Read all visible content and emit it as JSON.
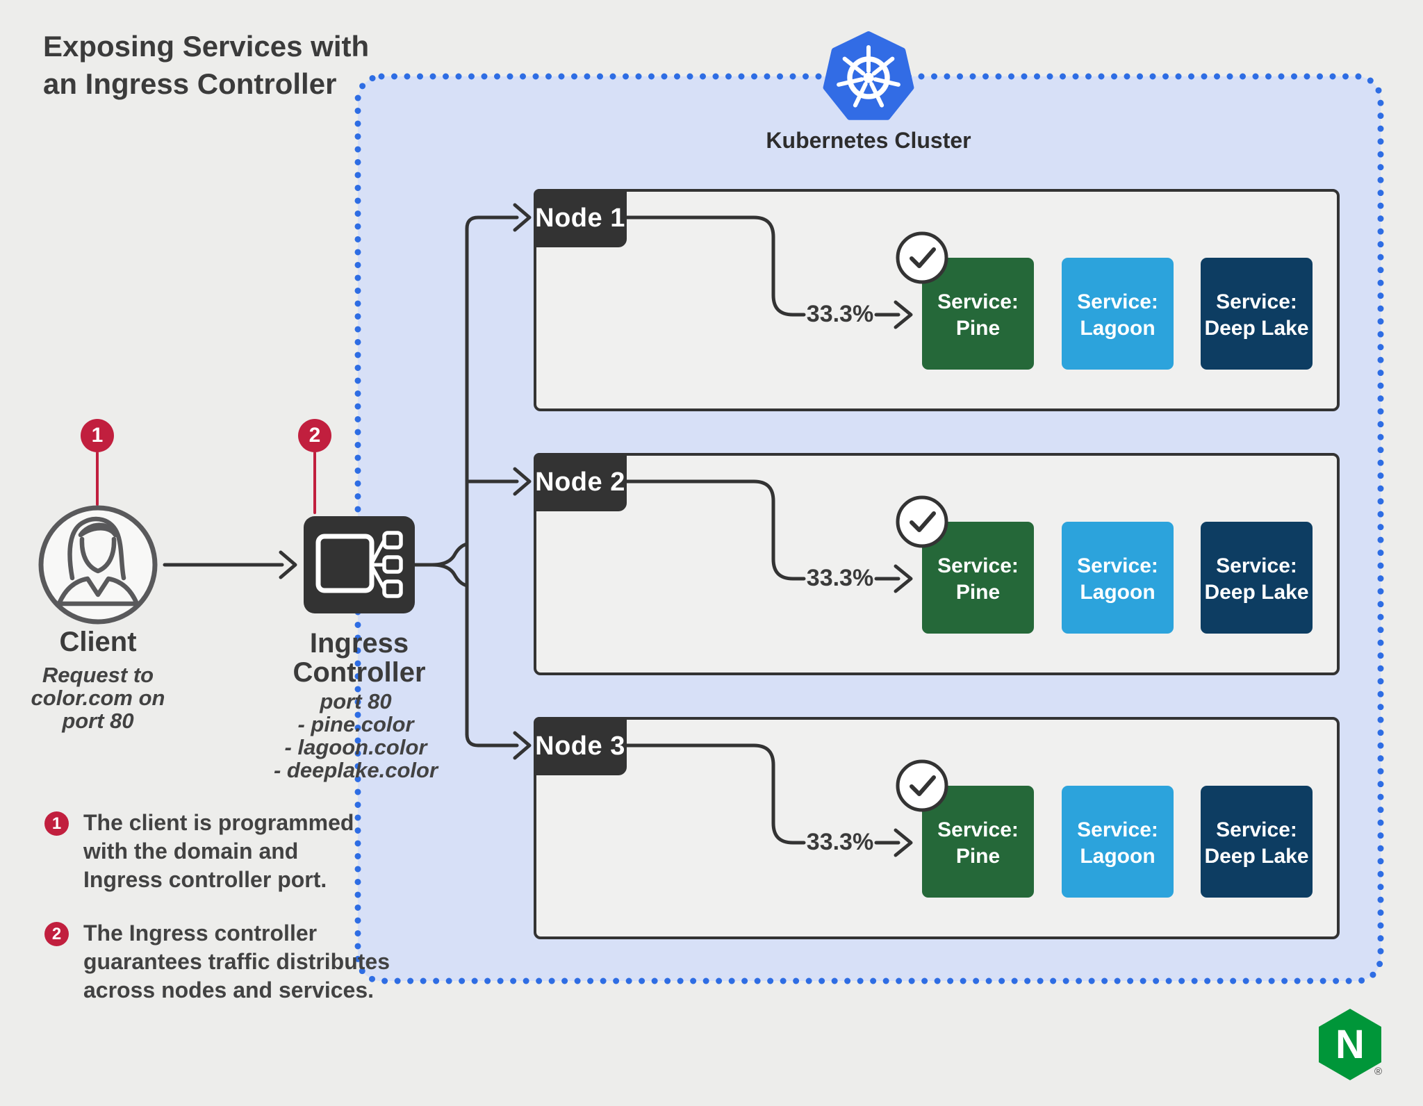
{
  "title": {
    "line1": "Exposing Services with",
    "line2": "an Ingress Controller"
  },
  "cluster": {
    "label": "Kubernetes Cluster"
  },
  "nodes": [
    {
      "label": "Node 1",
      "percent": "33.3%"
    },
    {
      "label": "Node 2",
      "percent": "33.3%"
    },
    {
      "label": "Node 3",
      "percent": "33.3%"
    }
  ],
  "services": [
    {
      "line1": "Service:",
      "line2": "Pine",
      "color": "#256839"
    },
    {
      "line1": "Service:",
      "line2": "Lagoon",
      "color": "#2CA3DC"
    },
    {
      "line1": "Service:",
      "line2": "Deep Lake",
      "color": "#0D3D62"
    }
  ],
  "client": {
    "badge": "1",
    "label": "Client",
    "sub": [
      "Request to",
      "color.com on",
      "port 80"
    ]
  },
  "ingress": {
    "badge": "2",
    "label_line1": "Ingress",
    "label_line2": "Controller",
    "sub": [
      "port 80",
      "- pine.color",
      "- lagoon.color",
      "- deeplake.color"
    ]
  },
  "notes": [
    {
      "badge": "1",
      "lines": [
        "The client is programmed",
        "with the domain and",
        "Ingress controller port."
      ]
    },
    {
      "badge": "2",
      "lines": [
        "The Ingress controller",
        "guarantees traffic distributes",
        "across nodes and services."
      ]
    }
  ],
  "nginx": {
    "letter": "N",
    "reg": "®"
  },
  "colors": {
    "background": "#EDEDEB",
    "cluster_fill": "#D7E0F7",
    "cluster_dot_blue": "#2E6DE3",
    "kubernetes_blue": "#326CE5",
    "node_fill": "#F0F0EF",
    "dark_line": "#333333",
    "service_pine_green": "#256839",
    "service_lagoon_blue": "#2CA3DC",
    "service_deeplake_navy": "#0D3D62",
    "badge_red": "#C11F3E",
    "nginx_green": "#009639"
  }
}
